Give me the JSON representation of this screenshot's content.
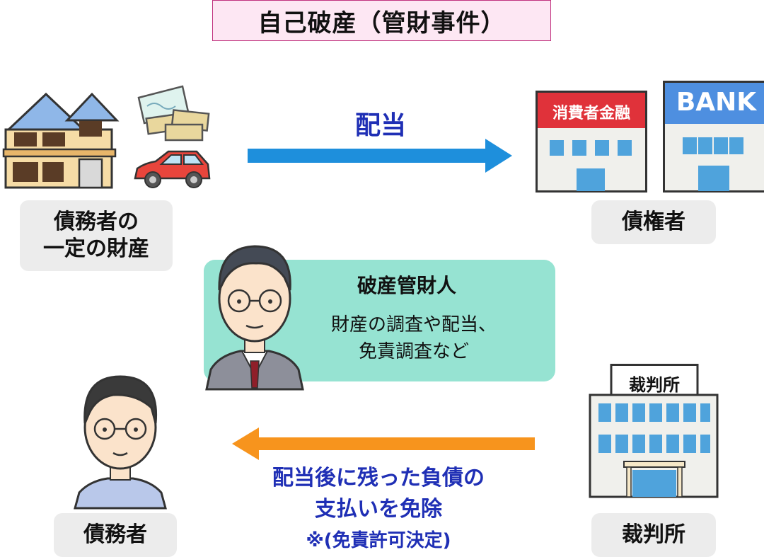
{
  "title": "自己破産（管財事件）",
  "labels": {
    "debtor_property_line1": "債務者の",
    "debtor_property_line2": "一定の財産",
    "creditor": "債権者",
    "debtor": "債務者",
    "court": "裁判所"
  },
  "arrows": {
    "dividend_label": "配当",
    "exemption_line1": "配当後に残った負債の",
    "exemption_line2": "支払いを免除",
    "exemption_note": "※(免責許可決定)"
  },
  "trustee": {
    "title": "破産管財人",
    "desc_line1": "財産の調査や配当、",
    "desc_line2": "免責調査など"
  },
  "buildings": {
    "consumer_finance_sign": "消費者金融",
    "bank_sign": "BANK",
    "court_sign": "裁判所"
  },
  "colors": {
    "dividend_arrow": "#1e8fdc",
    "exemption_arrow": "#f7941d",
    "trustee_panel": "#96e3d2",
    "title_bg": "#fde7f3",
    "blue_text": "#1f2fb5"
  }
}
